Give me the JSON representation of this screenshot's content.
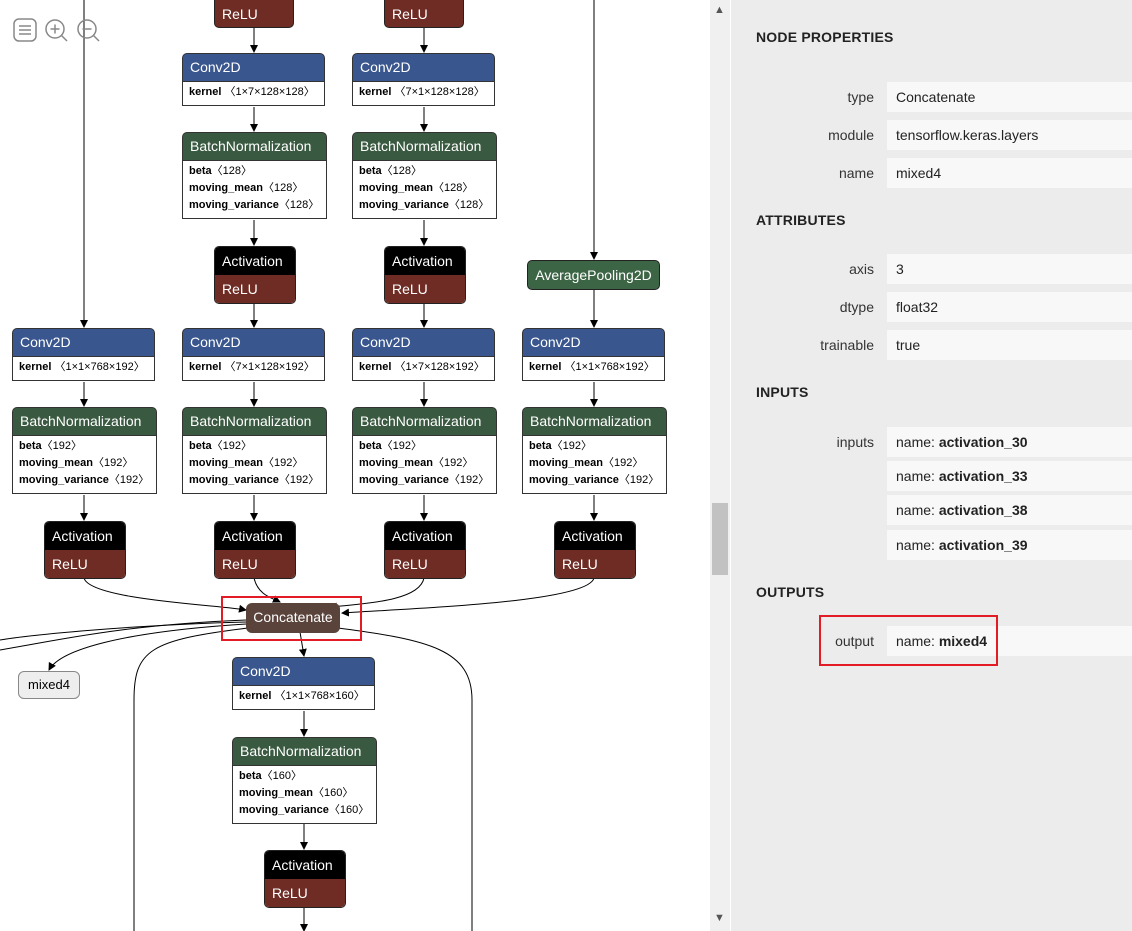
{
  "toolbar": {
    "icons": [
      "menu-icon",
      "zoom-in-icon",
      "zoom-out-icon"
    ]
  },
  "graph": {
    "top_relu": [
      "ReLU",
      "ReLU"
    ],
    "conv_row1": [
      {
        "title": "Conv2D",
        "key": "kernel",
        "val": "〈1×7×128×128〉"
      },
      {
        "title": "Conv2D",
        "key": "kernel",
        "val": "〈7×1×128×128〉"
      }
    ],
    "bn_row1": [
      {
        "title": "BatchNormalization",
        "r1k": "beta",
        "r1v": "〈128〉",
        "r2k": "moving_mean",
        "r2v": "〈128〉",
        "r3k": "moving_variance",
        "r3v": "〈128〉"
      },
      {
        "title": "BatchNormalization",
        "r1k": "beta",
        "r1v": "〈128〉",
        "r2k": "moving_mean",
        "r2v": "〈128〉",
        "r3k": "moving_variance",
        "r3v": "〈128〉"
      }
    ],
    "act_row1": [
      {
        "title": "Activation",
        "sub": "ReLU"
      },
      {
        "title": "Activation",
        "sub": "ReLU"
      }
    ],
    "avgpool": "AveragePooling2D",
    "conv_row2": [
      {
        "title": "Conv2D",
        "key": "kernel",
        "val": "〈1×1×768×192〉"
      },
      {
        "title": "Conv2D",
        "key": "kernel",
        "val": "〈7×1×128×192〉"
      },
      {
        "title": "Conv2D",
        "key": "kernel",
        "val": "〈1×7×128×192〉"
      },
      {
        "title": "Conv2D",
        "key": "kernel",
        "val": "〈1×1×768×192〉"
      }
    ],
    "bn_row2": [
      {
        "title": "BatchNormalization",
        "r1k": "beta",
        "r1v": "〈192〉",
        "r2k": "moving_mean",
        "r2v": "〈192〉",
        "r3k": "moving_variance",
        "r3v": "〈192〉"
      },
      {
        "title": "BatchNormalization",
        "r1k": "beta",
        "r1v": "〈192〉",
        "r2k": "moving_mean",
        "r2v": "〈192〉",
        "r3k": "moving_variance",
        "r3v": "〈192〉"
      },
      {
        "title": "BatchNormalization",
        "r1k": "beta",
        "r1v": "〈192〉",
        "r2k": "moving_mean",
        "r2v": "〈192〉",
        "r3k": "moving_variance",
        "r3v": "〈192〉"
      },
      {
        "title": "BatchNormalization",
        "r1k": "beta",
        "r1v": "〈192〉",
        "r2k": "moving_mean",
        "r2v": "〈192〉",
        "r3k": "moving_variance",
        "r3v": "〈192〉"
      }
    ],
    "act_row2": [
      {
        "title": "Activation",
        "sub": "ReLU"
      },
      {
        "title": "Activation",
        "sub": "ReLU"
      },
      {
        "title": "Activation",
        "sub": "ReLU"
      },
      {
        "title": "Activation",
        "sub": "ReLU"
      }
    ],
    "concat": "Concatenate",
    "output_node": "mixed4",
    "conv_bottom": {
      "title": "Conv2D",
      "key": "kernel",
      "val": "〈1×1×768×160〉"
    },
    "bn_bottom": {
      "title": "BatchNormalization",
      "r1k": "beta",
      "r1v": "〈160〉",
      "r2k": "moving_mean",
      "r2v": "〈160〉",
      "r3k": "moving_variance",
      "r3v": "〈160〉"
    },
    "act_bottom": {
      "title": "Activation",
      "sub": "ReLU"
    }
  },
  "panel": {
    "title": "NODE PROPERTIES",
    "props": [
      {
        "label": "type",
        "value": "Concatenate"
      },
      {
        "label": "module",
        "value": "tensorflow.keras.layers"
      },
      {
        "label": "name",
        "value": "mixed4"
      }
    ],
    "attributes_title": "ATTRIBUTES",
    "attributes": [
      {
        "label": "axis",
        "value": "3"
      },
      {
        "label": "dtype",
        "value": "float32"
      },
      {
        "label": "trainable",
        "value": "true"
      }
    ],
    "inputs_title": "INPUTS",
    "inputs_label": "inputs",
    "inputs": [
      {
        "prefix": "name:",
        "value": "activation_30"
      },
      {
        "prefix": "name:",
        "value": "activation_33"
      },
      {
        "prefix": "name:",
        "value": "activation_38"
      },
      {
        "prefix": "name:",
        "value": "activation_39"
      }
    ],
    "outputs_title": "OUTPUTS",
    "output_label": "output",
    "output": {
      "prefix": "name:",
      "value": "mixed4"
    }
  },
  "colors": {
    "conv": "#39568f",
    "batchnorm": "#395940",
    "activation": "#000000",
    "relu": "#6e2c24",
    "concat": "#5a433a",
    "highlight": "#e21b25"
  }
}
